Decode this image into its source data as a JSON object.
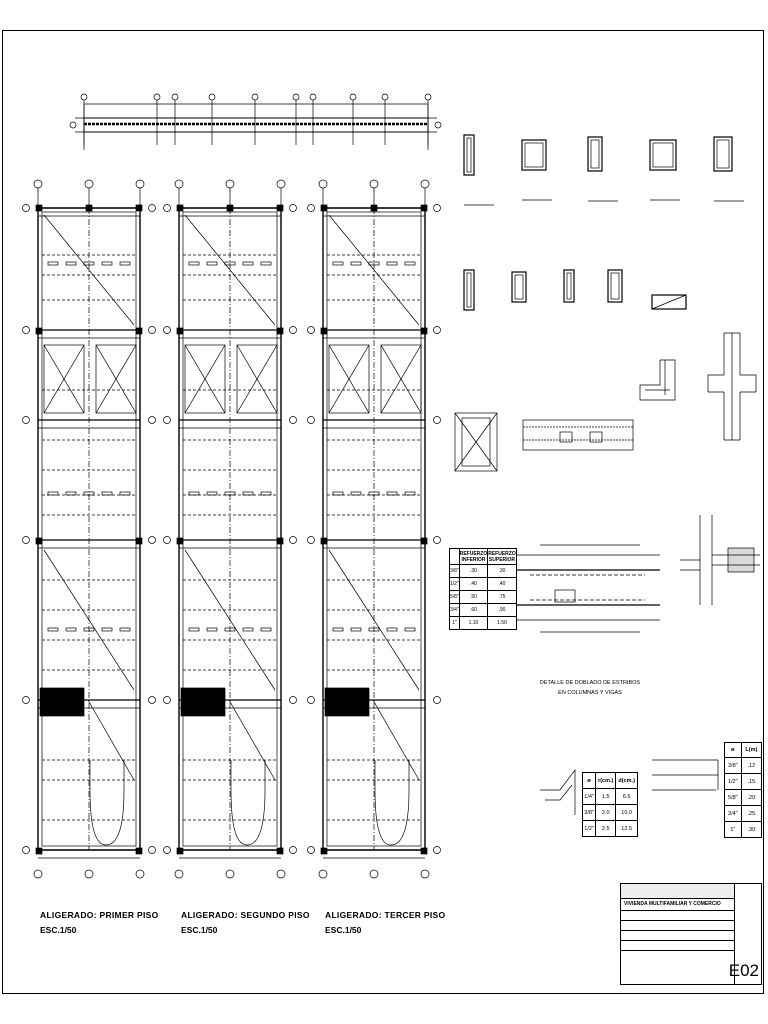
{
  "plans": [
    {
      "title": "ALIGERADO: PRIMER  PISO",
      "scale": "ESC.1/50"
    },
    {
      "title": "ALIGERADO: SEGUNDO  PISO",
      "scale": "ESC.1/50"
    },
    {
      "title": "ALIGERADO: TERCER  PISO",
      "scale": "ESC.1/50"
    }
  ],
  "stirrup_detail": {
    "title": "DETALLE DE DOBLADO DE ESTRIBOS",
    "subtitle": "EN COLUMNAS Y VIGAS"
  },
  "reinforcement_table": {
    "headers": [
      "REFUERZO INFERIOR",
      "REFUERZO SUPERIOR"
    ],
    "rows": [
      [
        "3/8\"",
        ".30",
        ".30"
      ],
      [
        "1/2\"",
        ".40",
        ".40"
      ],
      [
        "5/8\"",
        ".50",
        ".75"
      ],
      [
        "3/4\"",
        ".60",
        ".90"
      ],
      [
        "1\"",
        "1.10",
        "1.50"
      ]
    ]
  },
  "hook_table": {
    "headers": [
      "ø",
      "r(cm.)",
      "d(cm.)"
    ],
    "rows": [
      [
        "1/4\"",
        "1.5",
        "6.5"
      ],
      [
        "3/8\"",
        "2.0",
        "10.0"
      ],
      [
        "1/2\"",
        "2.5",
        "12.5"
      ]
    ]
  },
  "length_table": {
    "headers": [
      "ø",
      "L(m)"
    ],
    "rows": [
      [
        "3/8\"",
        ".12"
      ],
      [
        "1/2\"",
        ".15"
      ],
      [
        "5/8\"",
        ".20"
      ],
      [
        "3/4\"",
        ".25"
      ],
      [
        "1\"",
        ".30"
      ]
    ]
  },
  "title_block": {
    "project": "VIVIENDA MULTIFAMILIAR Y COMERCIO",
    "sheet_code": "E02"
  }
}
